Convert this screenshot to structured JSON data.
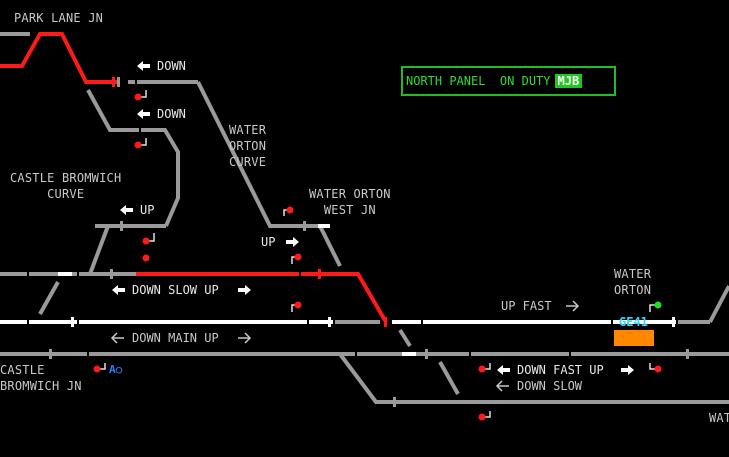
{
  "panel": {
    "label": "NORTH PANEL  ON DUTY",
    "user": "MJB"
  },
  "places": {
    "park_lane": "PARK LANE JN",
    "castle_bromwich_curve": "CASTLE BROMWICH\nCURVE",
    "water_orton_curve": "WATER\nORTON\nCURVE",
    "water_orton_west": "WATER ORTON\nWEST JN",
    "water_orton": "WATER\nORTON",
    "castle_bromwich_jn": "CASTLE\nBROMWICH JN",
    "wat_edge": "WAT"
  },
  "lines": {
    "down_1": "DOWN",
    "down_2": "DOWN",
    "up_1": "UP",
    "up_2": "UP",
    "down_slow_up": "DOWN SLOW UP",
    "up_fast": "UP FAST",
    "down_main_up": "DOWN MAIN UP",
    "down_fast_up": "DOWN FAST UP",
    "down_slow": "DOWN SLOW"
  },
  "berth": {
    "id": "GE41"
  },
  "ao_label": "A○",
  "colors": {
    "track_idle": "#9a9a9a",
    "track_set": "#ff1a1a",
    "track_occupied": "#ffffff",
    "signal_red": "#ff1a1a",
    "signal_green": "#1fe01f",
    "panel_green": "#1fc81f",
    "berth_cyan": "#2fd8ff",
    "block_orange": "#ff8800"
  }
}
